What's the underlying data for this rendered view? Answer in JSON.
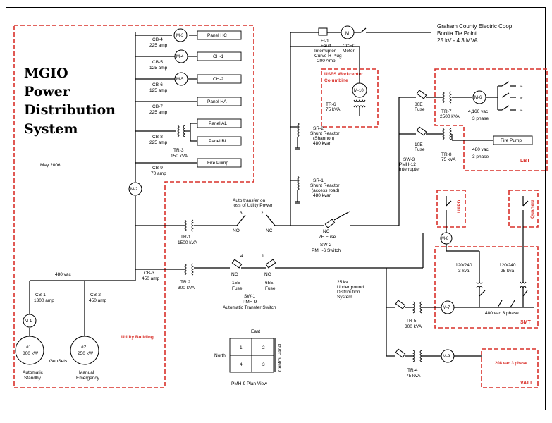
{
  "title": {
    "line1": "MGIO",
    "line2": "Power",
    "line3": "Distribution",
    "line4": "System"
  },
  "date": "May 2006",
  "areas": {
    "utility_building": "Utility Building",
    "usfs": "USFS Workcenter",
    "usfs2": "Columbine",
    "lbt": "LBT",
    "smt": "SMT",
    "vatt": "VATT",
    "uapd": "UAPD",
    "quarters": "Quarters"
  },
  "utility": {
    "name1": "Graham County Electric Coop",
    "name2": "Bonita Tie Point",
    "name3": "25 kV - 4.3 MVA"
  },
  "breakers": [
    {
      "id": "CB-4",
      "rating": "225 amp",
      "meter": "M-3",
      "load": "Panel HC"
    },
    {
      "id": "CB-5",
      "rating": "125 amp",
      "meter": "M-4",
      "load": "CH-1"
    },
    {
      "id": "CB-6",
      "rating": "125 amp",
      "meter": "M-5",
      "load": "CH-2"
    },
    {
      "id": "CB-7",
      "rating": "225 amp",
      "meter": "",
      "load": "Panel HA"
    },
    {
      "id": "CB-8",
      "rating": "225 amp",
      "meter": "",
      "load": "Panel AL"
    },
    {
      "id": "CB-9",
      "rating": "70 amp",
      "meter": "",
      "load": "Fire Pump"
    }
  ],
  "panel_bl": "Panel BL",
  "tr3": {
    "id": "TR-3",
    "rating": "150 kVA"
  },
  "m2": "M-2",
  "tr1": {
    "id": "TR-1",
    "rating": "1500 kVA"
  },
  "tr2": {
    "id": "TR 2",
    "rating": "300 kVA"
  },
  "cb3": {
    "id": "CB-3",
    "rating": "450 amp"
  },
  "v480": "480 vac",
  "cb1": {
    "id": "CB-1",
    "rating": "1300 amp"
  },
  "cb2": {
    "id": "CB-2",
    "rating": "450 amp"
  },
  "m1": "M-1",
  "gen1": {
    "num": "#1",
    "rating": "800 kW",
    "desc1": "Automatic",
    "desc2": "Standby"
  },
  "gen2": {
    "num": "#2",
    "rating": "250 kW",
    "desc1": "Manual",
    "desc2": "Emergency"
  },
  "gensets": "GenSets",
  "fi1": {
    "id": "FI-1",
    "l1": "Fault",
    "l2": "Interrupter",
    "l3": "Curve H Plug",
    "l4": "200 Amp"
  },
  "ccec": {
    "l1": "CCEC",
    "l2": "Meter"
  },
  "m10": "M-10",
  "tr6": {
    "id": "TR-6",
    "rating": "75 kVA"
  },
  "sr2": {
    "id": "SR-2",
    "l1": "Shunt Reactor",
    "l2": "(Shannon)",
    "l3": "480 kvar"
  },
  "sr1": {
    "id": "SR-1",
    "l1": "Shunt Reactor",
    "l2": "(access road)",
    "l3": "480 kvar"
  },
  "ats": {
    "l1": "Auto transfer on",
    "l2": "loss of Utility Power",
    "n3": "3",
    "n2": "2",
    "n4": "4",
    "n1": "1"
  },
  "no1": "NO",
  "nc1": "NC",
  "nc2": "NC",
  "nc3": "NC",
  "fuse15": {
    "l1": "15E",
    "l2": "Fuse"
  },
  "fuse65": {
    "l1": "65E",
    "l2": "Fuse"
  },
  "sw1": {
    "id": "SW-1",
    "l1": "PMH-9",
    "l2": "Automatic Transfer Switch"
  },
  "nc_sw2": "NC",
  "fuse7e": "7E Fuse",
  "sw2": {
    "id": "SW-2",
    "l1": "PMH-6 Switch"
  },
  "ugd": {
    "l1": "25 kv",
    "l2": "Underground",
    "l3": "Distribution",
    "l4": "System"
  },
  "fuse80e": {
    "l1": "80E",
    "l2": "Fuse"
  },
  "fuse10e": {
    "l1": "10E",
    "l2": "Fuse"
  },
  "sw3": {
    "id": "SW-3",
    "l1": "PMH-12",
    "l2": "Interrupter"
  },
  "tr7": {
    "id": "TR-7",
    "rating": "2500 kVA"
  },
  "tr8": {
    "id": "TR-8",
    "rating": "75 kVA"
  },
  "m6": "M-6",
  "lbt_v1": "4,160 vac",
  "lbt_v2": "3 phase",
  "lbt_fp": "Fire Pump",
  "lbt_v3": "480 vac",
  "lbt_v4": "3 phase",
  "m8": "M-8",
  "smt_v1": "120/240",
  "smt_v2": "3 kva",
  "smt_v3": "120/240",
  "smt_v4": "25 kva",
  "tr5": {
    "id": "TR-5",
    "rating": "300 kVA"
  },
  "m7": "M-7",
  "smt_bus": "480 vac 3 phase",
  "tr4": {
    "id": "TR-4",
    "rating": "75 kVA"
  },
  "m9": "M-9",
  "vatt_v": "208 vac 3 phase",
  "plan": {
    "east": "East",
    "north": "North",
    "c1": "1",
    "c2": "2",
    "c3": "3",
    "c4": "4",
    "side": "Control Panel",
    "caption": "PMH-9 Plan View"
  },
  "small_loads": [
    "ltr",
    "ltr",
    "ltr"
  ]
}
